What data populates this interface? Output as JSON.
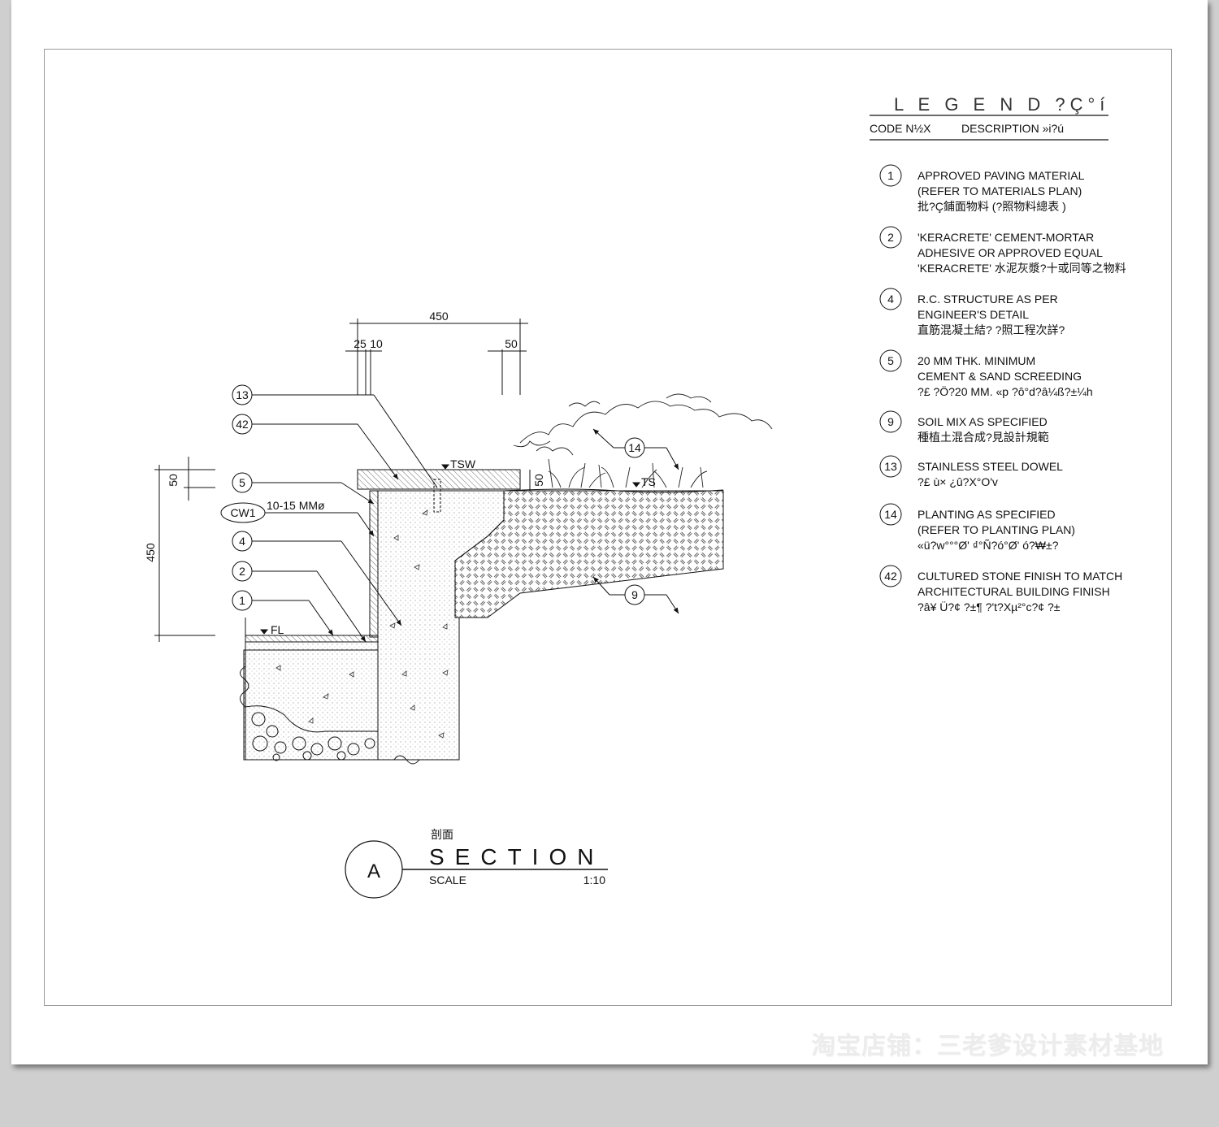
{
  "legend": {
    "title": "L E G E N D  ?Ç°í",
    "code_header": "CODE  N½X",
    "description_header": "DESCRIPTION  »i?ú",
    "items": [
      {
        "code": "1",
        "lines": [
          "APPROVED PAVING MATERIAL",
          "(REFER TO MATERIALS PLAN)",
          "批?Ç鋪面物料 (?照物料總表 )"
        ]
      },
      {
        "code": "2",
        "lines": [
          "'KERACRETE' CEMENT-MORTAR",
          "ADHESIVE OR APPROVED EQUAL",
          "'KERACRETE' 水泥灰漿?十或同等之物料"
        ]
      },
      {
        "code": "4",
        "lines": [
          "R.C. STRUCTURE AS PER",
          "ENGINEER'S DETAIL",
          "直筋混凝土結?  ?照工程次詳?"
        ]
      },
      {
        "code": "5",
        "lines": [
          "20 MM THK. MINIMUM",
          "CEMENT & SAND SCREEDING",
          "?£ ?Ö?20 MM. «p  ?ô°d?â¼ß?±¼h"
        ]
      },
      {
        "code": "9",
        "lines": [
          "SOIL MIX AS SPECIFIED",
          "種植土混合成?見設計規範"
        ]
      },
      {
        "code": "13",
        "lines": [
          "STAINLESS STEEL DOWEL",
          "?£ ù× ¿û?X°O'v"
        ]
      },
      {
        "code": "14",
        "lines": [
          "PLANTING AS SPECIFIED",
          "(REFER TO PLANTING PLAN)",
          "«ü?w°°°Ø'  ₫°Ñ?ó°Ø'  ó?₩±?"
        ]
      },
      {
        "code": "42",
        "lines": [
          "CULTURED STONE FINISH TO MATCH",
          "ARCHITECTURAL BUILDING FINISH",
          "?â¥ Ü?¢ ?±¶ ?'t?Xµ²°c?¢ ?±"
        ]
      }
    ]
  },
  "section": {
    "chinese_title": "剖面",
    "title": "SECTION",
    "marker": "A",
    "scale_label": "SCALE",
    "scale_value": "1:10"
  },
  "dimensions": {
    "top_width": "450",
    "d25": "25",
    "d10": "10",
    "d50_top": "50",
    "d50_left": "50",
    "d450_left": "450",
    "d50_wall": "50"
  },
  "labels": {
    "tsw": "TSW",
    "ts": "TS",
    "fl": "FL",
    "cw1": "CW1",
    "dowel_note": "10-15 MMø"
  },
  "callouts": [
    "13",
    "42",
    "5",
    "4",
    "2",
    "1",
    "14",
    "9"
  ],
  "watermark": "淘宝店铺：三老爹设计素材基地"
}
